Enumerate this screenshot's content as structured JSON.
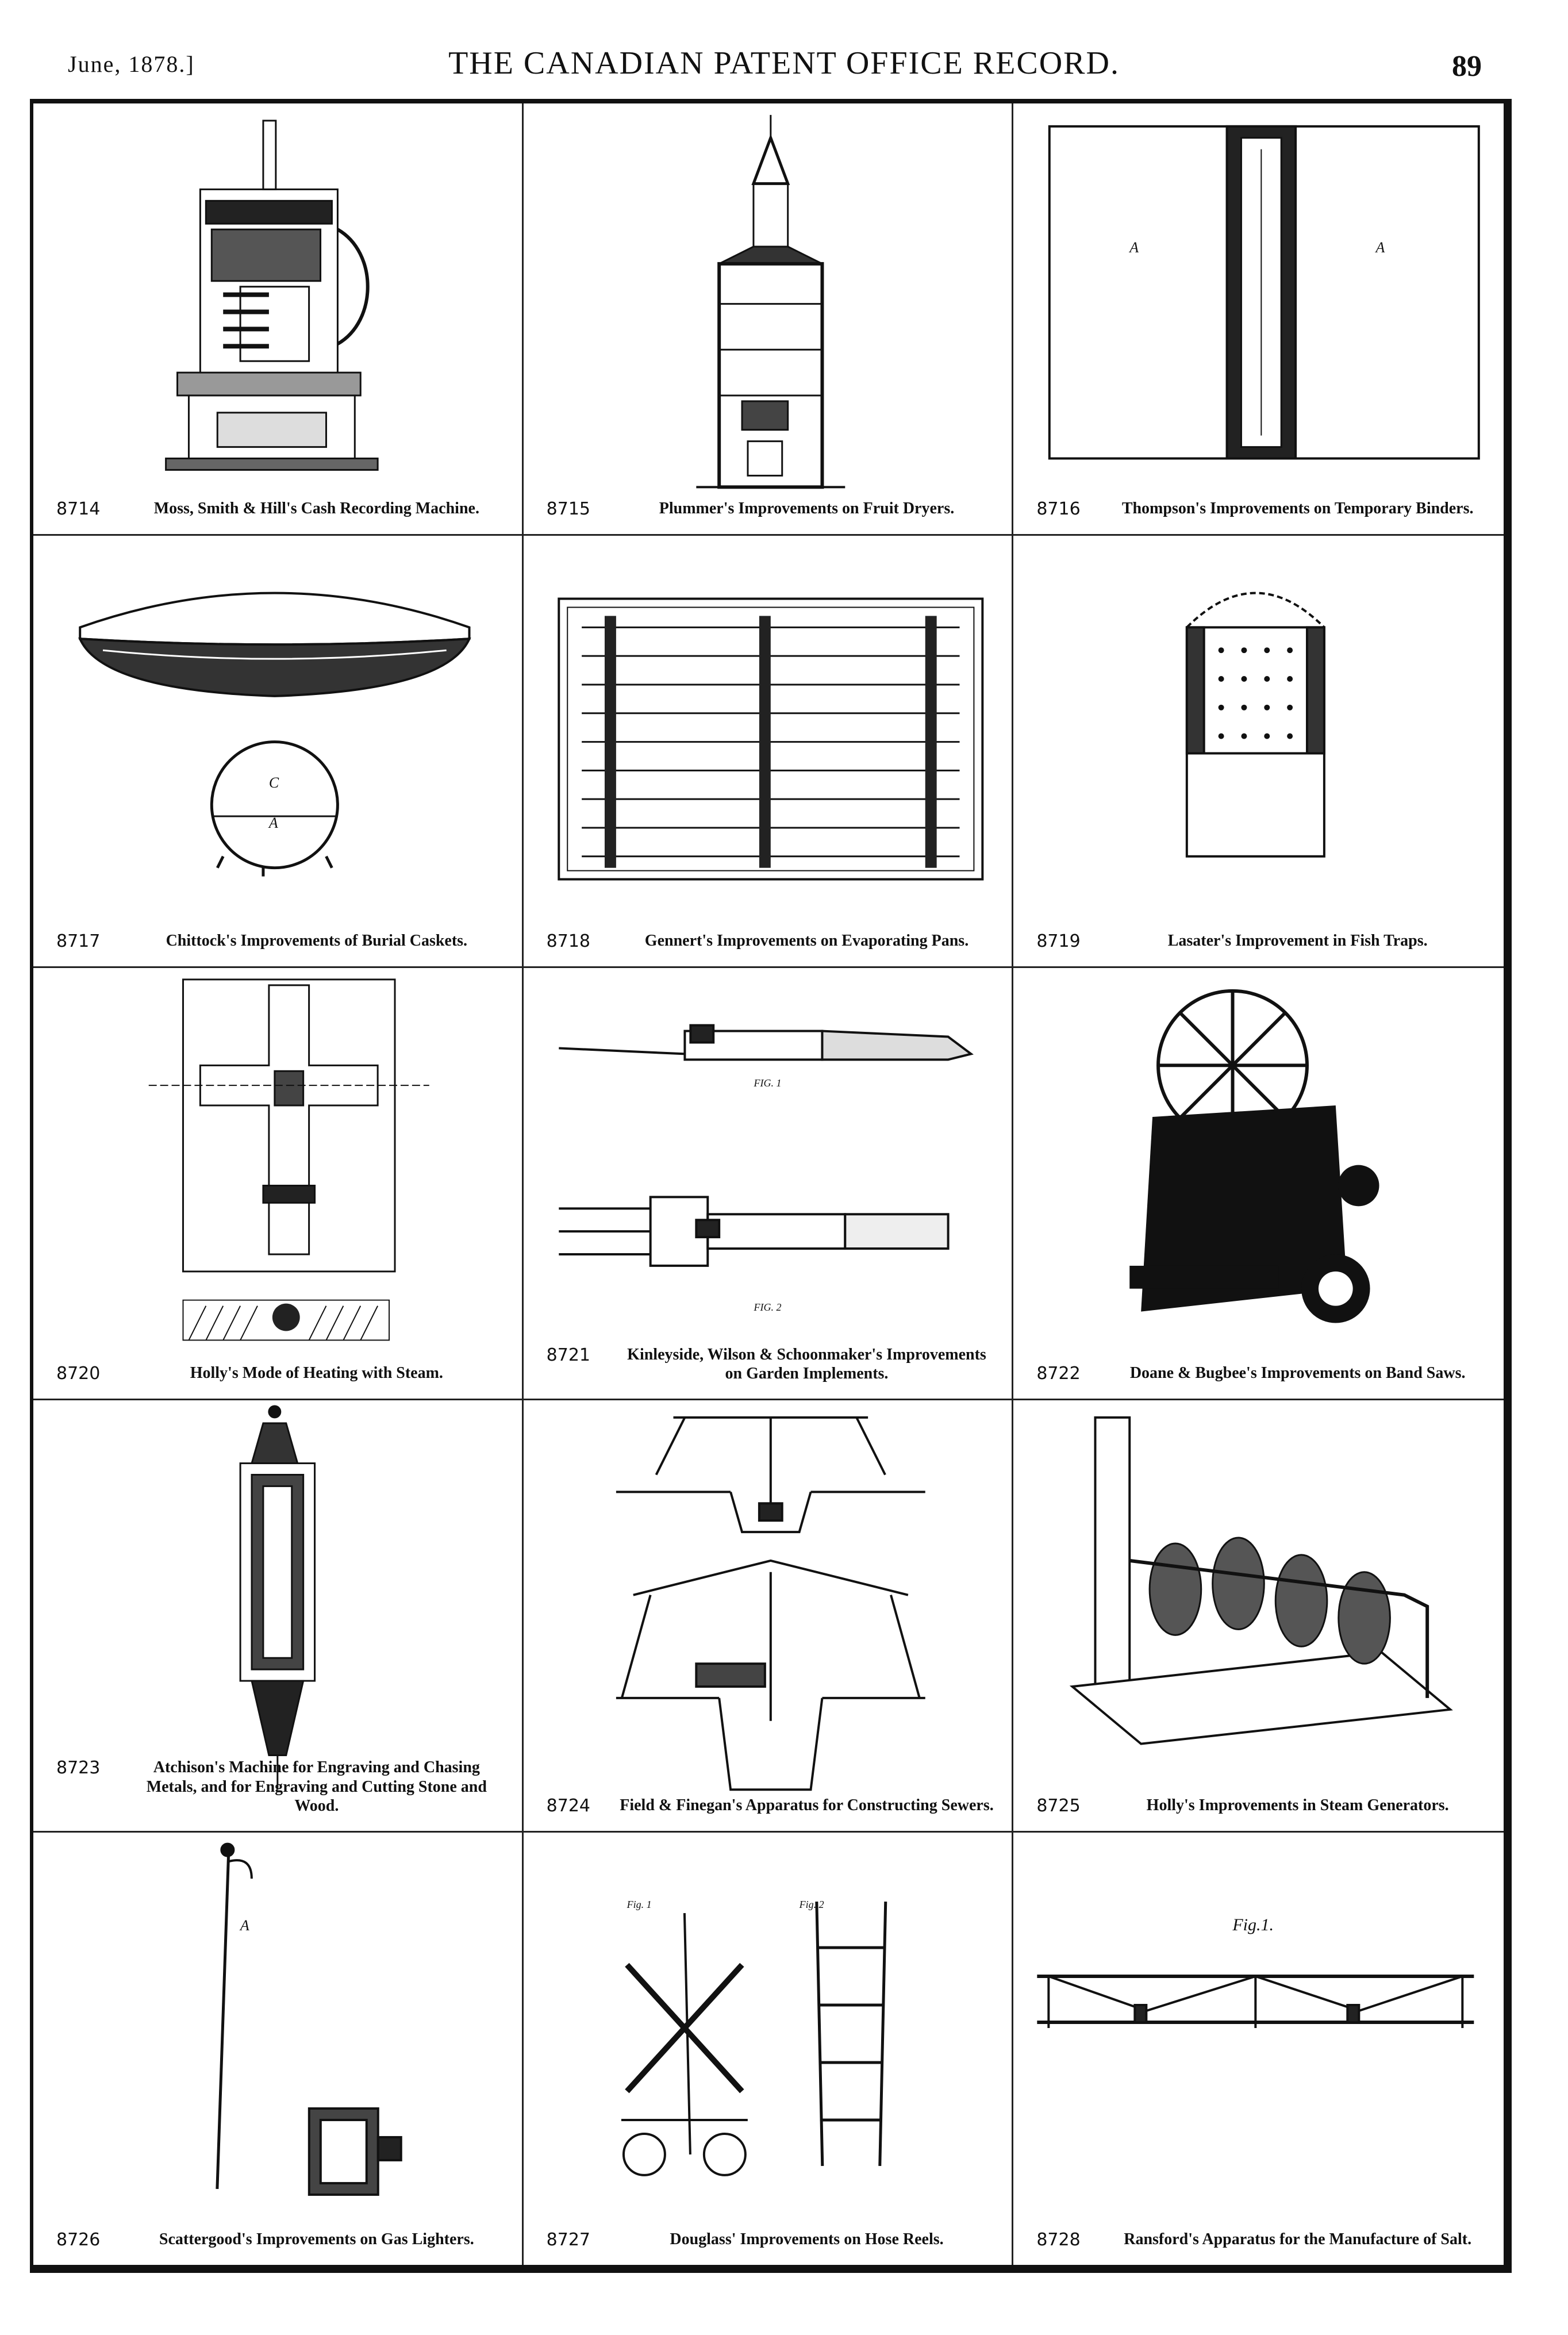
{
  "header": {
    "date": "June, 1878.]",
    "title": "THE CANADIAN PATENT OFFICE RECORD.",
    "page_number": "89"
  },
  "entries": [
    {
      "number": "8714",
      "caption": "Moss, Smith & Hill's Cash Recording Machine.",
      "figure": "cash-register-drawing"
    },
    {
      "number": "8715",
      "caption": "Plummer's Improvements on Fruit Dryers.",
      "figure": "fruit-dryer-drawing"
    },
    {
      "number": "8716",
      "caption": "Thompson's Improvements on Temporary Binders.",
      "figure": "binder-drawing"
    },
    {
      "number": "8717",
      "caption": "Chittock's Improvements of Burial Caskets.",
      "figure": "casket-drawing"
    },
    {
      "number": "8718",
      "caption": "Gennert's Improvements on Evaporating Pans.",
      "figure": "evaporating-pan-drawing"
    },
    {
      "number": "8719",
      "caption": "Lasater's Improvement in Fish Traps.",
      "figure": "fish-trap-drawing"
    },
    {
      "number": "8720",
      "caption": "Holly's Mode of Heating with Steam.",
      "figure": "steam-heating-drawing"
    },
    {
      "number": "8721",
      "caption": "Kinleyside, Wilson & Schoonmaker's Improvements on Garden Implements.",
      "figure": "garden-implement-drawing"
    },
    {
      "number": "8722",
      "caption": "Doane & Bugbee's Improvements on Band Saws.",
      "figure": "band-saw-drawing"
    },
    {
      "number": "8723",
      "caption": "Atchison's Machine for Engraving and Chasing Metals, and for Engraving and Cutting Stone and Wood.",
      "figure": "engraving-machine-drawing"
    },
    {
      "number": "8724",
      "caption": "Field & Finegan's Apparatus for Constructing Sewers.",
      "figure": "sewer-apparatus-drawing"
    },
    {
      "number": "8725",
      "caption": "Holly's Improvements in Steam Generators.",
      "figure": "steam-generator-drawing"
    },
    {
      "number": "8726",
      "caption": "Scattergood's Improvements on Gas Lighters.",
      "figure": "gas-lighter-drawing"
    },
    {
      "number": "8727",
      "caption": "Douglass' Improvements on Hose Reels.",
      "figure": "hose-reel-drawing"
    },
    {
      "number": "8728",
      "caption": "Ransford's Apparatus for the Manufacture of Salt.",
      "figure": "salt-apparatus-drawing"
    }
  ],
  "figure_labels": {
    "fig1": "FIG. 1",
    "fig2": "FIG. 2",
    "fig_1_alt": "Fig. 1",
    "fig_2_alt": "Fig. 2"
  }
}
